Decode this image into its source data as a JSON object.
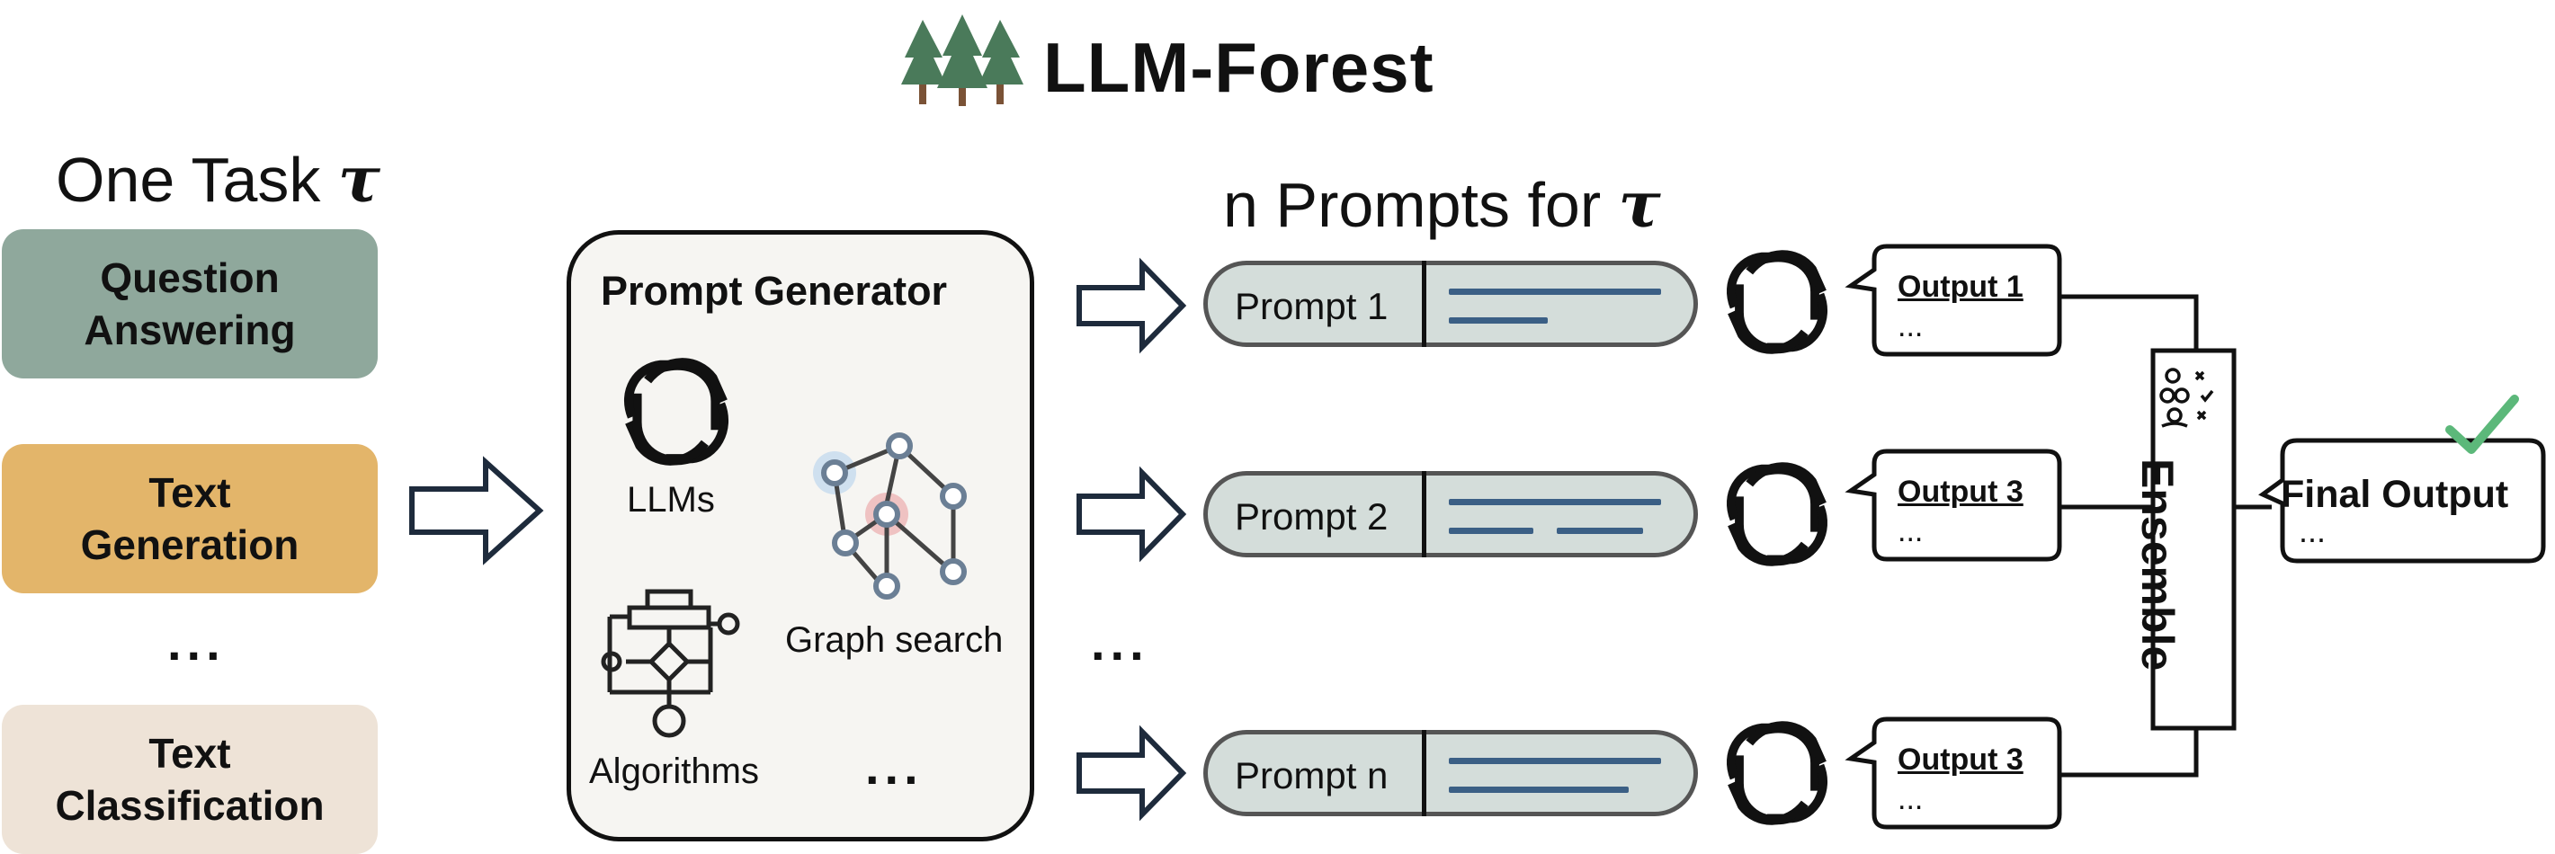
{
  "title": "LLM-Forest",
  "task_heading": {
    "text": "One Task ",
    "symbol": "τ"
  },
  "tasks": [
    {
      "label_line1": "Question",
      "label_line2": "Answering",
      "color": "#8fa89c"
    },
    {
      "label_line1": "Text",
      "label_line2": "Generation",
      "color": "#e3b56a"
    },
    {
      "label_line1": "Text",
      "label_line2": "Classification",
      "color": "#eee3d7"
    }
  ],
  "ellipsis": "...",
  "prompt_generator": {
    "title": "Prompt Generator",
    "items": [
      "LLMs",
      "Graph search",
      "Algorithms"
    ],
    "more": "..."
  },
  "prompts_heading": {
    "text": "n Prompts for ",
    "symbol": "τ"
  },
  "prompts": [
    "Prompt 1",
    "Prompt 2",
    "Prompt n"
  ],
  "outputs": [
    "Output 1",
    "Output 3",
    "Output 3"
  ],
  "output_more": "...",
  "ensemble": "Ensemble",
  "final_output": {
    "label": "Final Output",
    "more": "..."
  },
  "colors": {
    "pill_fill": "#d4ddda",
    "pill_line": "#3b5f85",
    "tree": "#4a7a5a",
    "check": "#5cb87a"
  }
}
